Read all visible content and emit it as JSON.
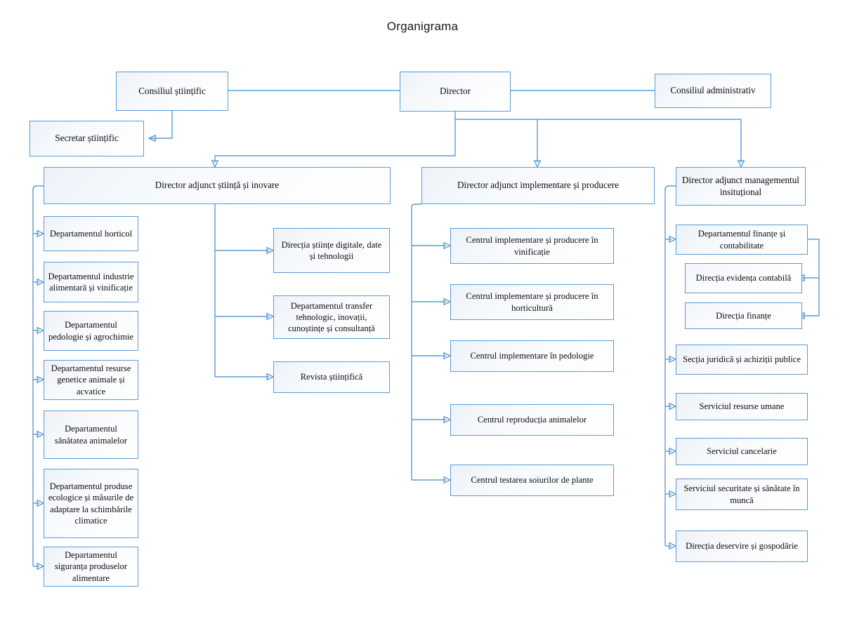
{
  "title": "Organigrama",
  "nodes": {
    "consiliul_stiintific": "Consiliul științific",
    "director": "Director",
    "consiliul_administrativ": "Consiliul administrativ",
    "secretar_stiintific": "Secretar științific",
    "dir_stiinta": "Director adjunct știință și inovare",
    "dir_implementare": "Director adjunct implementare și producere",
    "dir_management": "Director adjunct managementul insituțional"
  },
  "science_departments": [
    "Departamentul horticol",
    "Departamentul industrie alimentară și vinificație",
    "Departamentul pedologie și agrochimie",
    "Departamentul resurse genetice animale și acvatice",
    "Departamentul sănătatea animalelor",
    "Departamentul produse ecologice și măsurile de adaptare la schimbările climatice",
    "Departamentul siguranța produselor alimentare"
  ],
  "science_directions": [
    "Direcția științe digitale, date și tehnologii",
    "Departamentul transfer tehnologic, inovații, cunoștințe și consultanță",
    "Revista științifică"
  ],
  "implementation_centers": [
    "Centrul implementare și producere în vinificație",
    "Centrul implementare și producere în horticultură",
    "Centrul implementare în pedologie",
    "Centrul reproducția animalelor",
    "Centrul testarea soiurilor de plante"
  ],
  "management_units": [
    "Departamentul  finanțe și contabilitate",
    "Secția juridică și achiziții publice",
    "Serviciul resurse umane",
    "Serviciul cancelarie",
    "Serviciul securitate și sănătate în muncă",
    "Direcția deservire și gospodărie"
  ],
  "finance_subunits": [
    "Direcția evidența contabilă",
    "Direcția finanțe"
  ],
  "colors": {
    "border": "#5b9bd5",
    "connector": "#5b9bd5",
    "text": "#0d0d0d",
    "background": "#ffffff"
  }
}
